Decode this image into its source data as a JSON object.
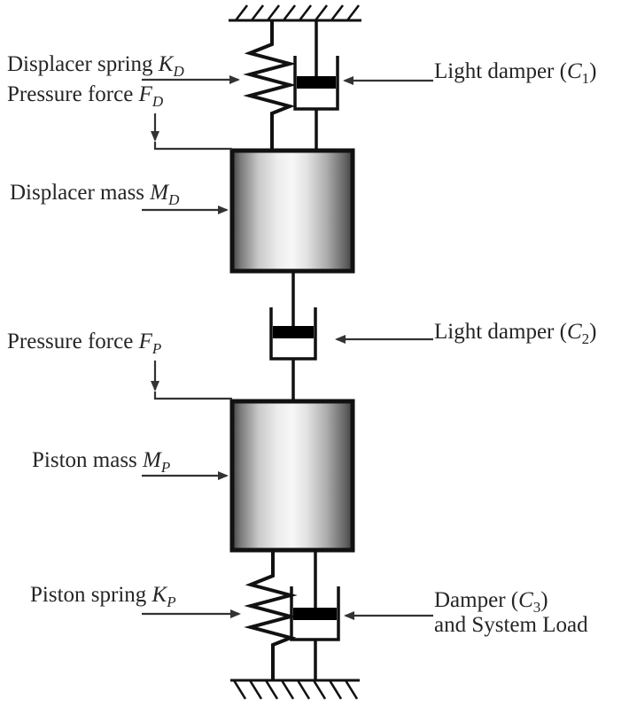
{
  "figure": {
    "description_visible_text_only": true,
    "colors": {
      "background": "#ffffff",
      "line": "#111111",
      "annotation_line": "#333333",
      "text": "#252525",
      "piston_fill": "#000000",
      "mass_edge": "#404040",
      "mass_highlight": "#f7f7f7"
    }
  },
  "labels": {
    "displacer_spring": {
      "text": "Displacer spring ",
      "sym": "K",
      "sub": "D"
    },
    "pressure_force_d": {
      "text": "Pressure force ",
      "sym": "F",
      "sub": "D"
    },
    "displacer_mass": {
      "text": "Displacer mass ",
      "sym": "M",
      "sub": "D"
    },
    "light_damper_1": {
      "text": "Light damper (",
      "sym": "C",
      "sub": "1",
      "close": ")"
    },
    "pressure_force_p": {
      "text": "Pressure force ",
      "sym": "F",
      "sub": "P"
    },
    "light_damper_2": {
      "text": "Light damper (",
      "sym": "C",
      "sub": "2",
      "close": ")"
    },
    "piston_mass": {
      "text": "Piston mass ",
      "sym": "M",
      "sub": "P"
    },
    "piston_spring": {
      "text": "Piston spring ",
      "sym": "K",
      "sub": "P"
    },
    "damper_3": {
      "text": "Damper (",
      "sym": "C",
      "sub": "3",
      "close": ")",
      "line2": "and System Load"
    }
  }
}
